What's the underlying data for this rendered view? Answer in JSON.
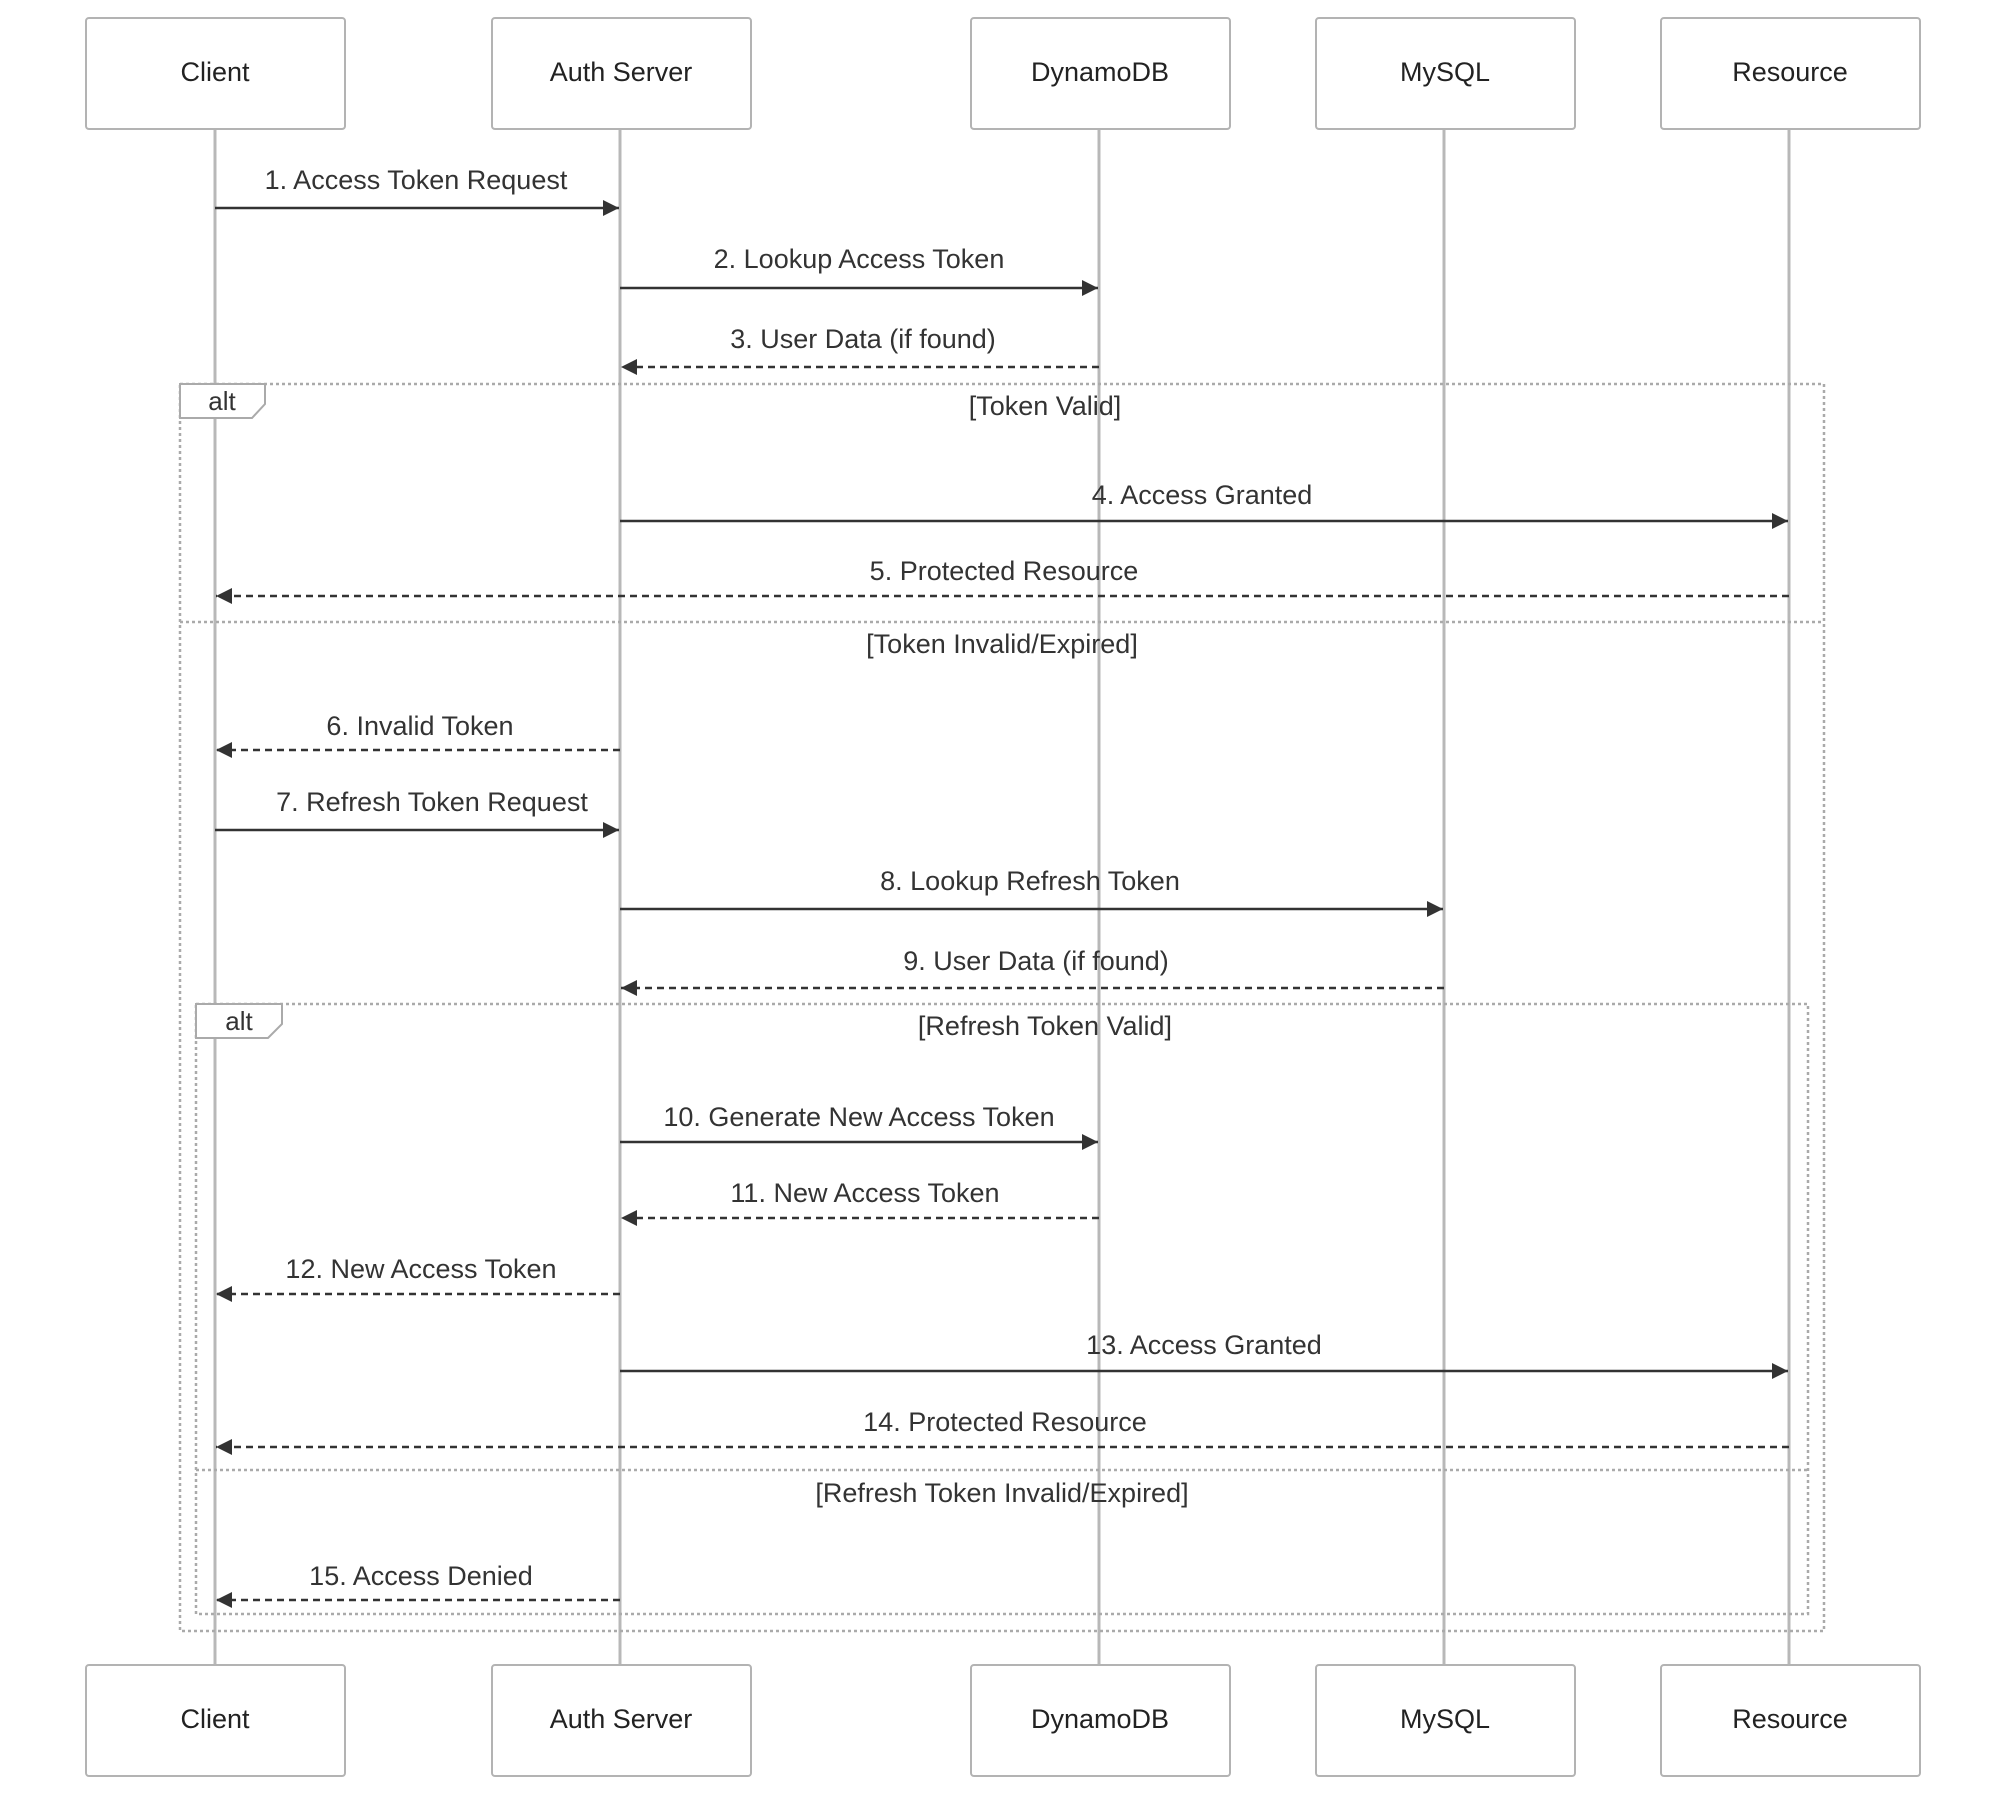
{
  "participants": [
    {
      "id": "client",
      "label": "Client"
    },
    {
      "id": "auth",
      "label": "Auth Server"
    },
    {
      "id": "dynamo",
      "label": "DynamoDB"
    },
    {
      "id": "mysql",
      "label": "MySQL"
    },
    {
      "id": "resource",
      "label": "Resource"
    }
  ],
  "messages": [
    {
      "from": "client",
      "to": "auth",
      "label": "1. Access Token Request",
      "style": "solid"
    },
    {
      "from": "auth",
      "to": "dynamo",
      "label": "2. Lookup Access Token",
      "style": "solid"
    },
    {
      "from": "dynamo",
      "to": "auth",
      "label": "3. User Data (if found)",
      "style": "dashed"
    },
    {
      "from": "auth",
      "to": "resource",
      "label": "4. Access Granted",
      "style": "solid"
    },
    {
      "from": "resource",
      "to": "client",
      "label": "5. Protected Resource",
      "style": "dashed"
    },
    {
      "from": "auth",
      "to": "client",
      "label": "6. Invalid Token",
      "style": "dashed"
    },
    {
      "from": "client",
      "to": "auth",
      "label": "7. Refresh Token Request",
      "style": "solid"
    },
    {
      "from": "auth",
      "to": "mysql",
      "label": "8. Lookup Refresh Token",
      "style": "solid"
    },
    {
      "from": "mysql",
      "to": "auth",
      "label": "9. User Data (if found)",
      "style": "dashed"
    },
    {
      "from": "auth",
      "to": "dynamo",
      "label": "10. Generate New Access Token",
      "style": "solid"
    },
    {
      "from": "dynamo",
      "to": "auth",
      "label": "11. New Access Token",
      "style": "dashed"
    },
    {
      "from": "auth",
      "to": "client",
      "label": "12. New Access Token",
      "style": "dashed"
    },
    {
      "from": "auth",
      "to": "resource",
      "label": "13. Access Granted",
      "style": "solid"
    },
    {
      "from": "resource",
      "to": "client",
      "label": "14. Protected Resource",
      "style": "dashed"
    },
    {
      "from": "auth",
      "to": "client",
      "label": "15. Access Denied",
      "style": "dashed"
    }
  ],
  "fragments": [
    {
      "keyword": "alt",
      "conditions": [
        "[Token Valid]",
        "[Token Invalid/Expired]"
      ]
    },
    {
      "keyword": "alt",
      "conditions": [
        "[Refresh Token Valid]",
        "[Refresh Token Invalid/Expired]"
      ]
    }
  ],
  "colors": {
    "lifeline": "#b8b8b8",
    "arrow": "#333333",
    "frame": "#aaaaaa",
    "box_border": "#b3b3b3"
  }
}
